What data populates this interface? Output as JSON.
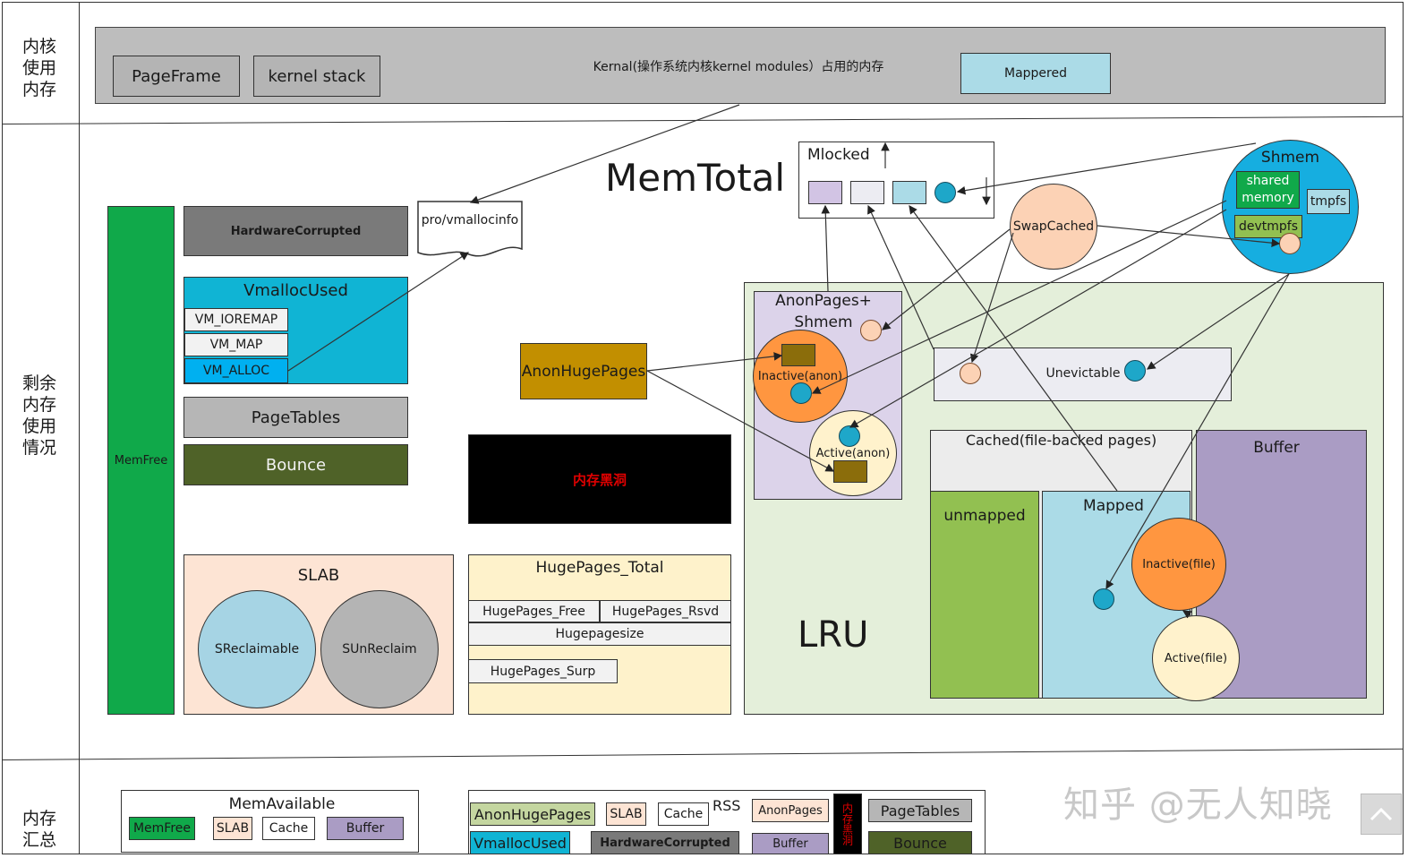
{
  "rows": {
    "kernel": "内核\n使用\n内存",
    "remaining": "剩余\n内存\n使用\n情况",
    "summary": "内存\n汇总"
  },
  "kernel": {
    "pageframe": "PageFrame",
    "kernelstack": "kernel stack",
    "desc": "Kernal(操作系统内核kernel modules）占用的内存",
    "mappered": "Mappered"
  },
  "main": {
    "memtotal": "MemTotal",
    "memfree": "MemFree",
    "hardware": "HardwareCorrupted",
    "vmallocinfo": "pro/vmallocinfo",
    "vmallocused": "VmallocUsed",
    "vm_ioremap": "VM_IOREMAP",
    "vm_map": "VM_MAP",
    "vm_alloc": "VM_ALLOC",
    "pagetables": "PageTables",
    "bounce": "Bounce",
    "anonhuge": "AnonHugePages",
    "blackhole": "内存黑洞",
    "slab": "SLAB",
    "sreclaimable": "SReclaimable",
    "sunreclaim": "SUnReclaim",
    "hugetotal": "HugePages_Total",
    "hugefree": "HugePages_Free",
    "hugersvd": "HugePages_Rsvd",
    "hugesize": "Hugepagesize",
    "hugesurp": "HugePages_Surp",
    "mlocked": "Mlocked",
    "swapcached": "SwapCached",
    "shmem": "Shmem",
    "sharedmem": "shared\nmemory",
    "tmpfs": "tmpfs",
    "devtmpfs": "devtmpfs",
    "anonshmem": "AnonPages+\nShmem",
    "inactiveanon": "Inactive(anon)",
    "activeanon": "Active(anon)",
    "unevictable": "Unevictable",
    "cached": "Cached(file-backed pages)",
    "unmapped": "unmapped",
    "mapped": "Mapped",
    "buffer": "Buffer",
    "inactivefile": "Inactive(file)",
    "activefile": "Active(file)",
    "lru": "LRU"
  },
  "summary": {
    "memavailable": "MemAvailable",
    "memfree": "MemFree",
    "slab": "SLAB",
    "cache": "Cache",
    "buffer": "Buffer",
    "rss": "RSS",
    "anonhuge": "AnonHugePages",
    "slab2": "SLAB",
    "cache2": "Cache",
    "anonpages": "AnonPages",
    "blackhole": "内存黑洞",
    "pagetables": "PageTables",
    "vmallocused": "VmallocUsed",
    "hardware": "HardwareCorrupted",
    "buffer2": "Buffer",
    "bounce": "Bounce"
  },
  "watermark": "知乎 @无人知晓",
  "colors": {
    "memfree": "#10a94a",
    "vmalloc": "#10b4d4",
    "vmalloc_alloc": "#00b0f0",
    "gray": "#b6b6b6",
    "darkgray": "#7a7a7a",
    "bounce": "#4f6228",
    "anonhuge": "#c28f00",
    "slab": "#fde4d4",
    "huge": "#fef2cb",
    "lru": "#e4efda",
    "anonshmem": "#dcd3ea",
    "orange": "#ff9640",
    "cream": "#fff2cc",
    "green": "#92c051",
    "lightblue": "#abdbe7",
    "purple": "#aa9cc4",
    "shmem": "#16aee0"
  }
}
